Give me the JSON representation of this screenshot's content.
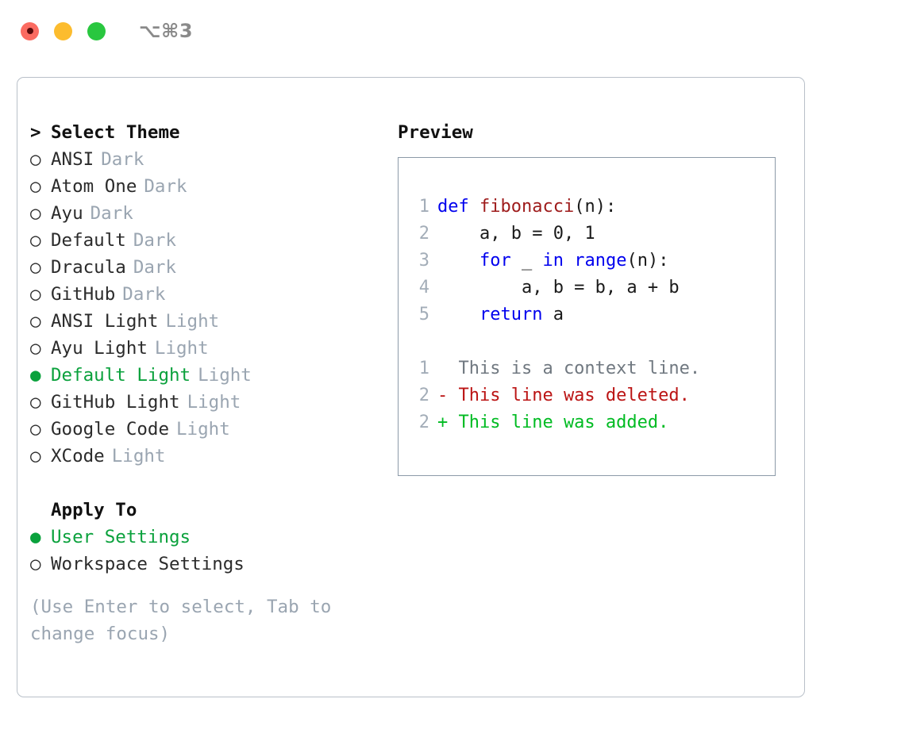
{
  "titlebar": {
    "buttons": [
      {
        "name": "close",
        "color": "#fb6b61"
      },
      {
        "name": "minimize",
        "color": "#fcbc2e"
      },
      {
        "name": "zoom",
        "color": "#29c73f"
      }
    ],
    "shortcut": "⌥⌘3"
  },
  "theme_picker": {
    "header_marker": ">",
    "header_label": "Select Theme",
    "selected_theme": "Default Light",
    "markers": {
      "selected": "●",
      "unselected": "○"
    },
    "themes": [
      {
        "marker": "○",
        "name": "ANSI",
        "variant": "Dark",
        "selected": false
      },
      {
        "marker": "○",
        "name": "Atom One",
        "variant": "Dark",
        "selected": false
      },
      {
        "marker": "○",
        "name": "Ayu",
        "variant": "Dark",
        "selected": false
      },
      {
        "marker": "○",
        "name": "Default",
        "variant": "Dark",
        "selected": false
      },
      {
        "marker": "○",
        "name": "Dracula",
        "variant": "Dark",
        "selected": false
      },
      {
        "marker": "○",
        "name": "GitHub",
        "variant": "Dark",
        "selected": false
      },
      {
        "marker": "○",
        "name": "ANSI Light",
        "variant": "Light",
        "selected": false
      },
      {
        "marker": "○",
        "name": "Ayu Light",
        "variant": "Light",
        "selected": false
      },
      {
        "marker": "●",
        "name": "Default Light",
        "variant": "Light",
        "selected": true
      },
      {
        "marker": "○",
        "name": "GitHub Light",
        "variant": "Light",
        "selected": false
      },
      {
        "marker": "○",
        "name": "Google Code",
        "variant": "Light",
        "selected": false
      },
      {
        "marker": "○",
        "name": "XCode",
        "variant": "Light",
        "selected": false
      }
    ]
  },
  "apply_to": {
    "header_label": "Apply To",
    "selected_option": "User Settings",
    "options": [
      {
        "marker": "●",
        "label": "User Settings",
        "selected": true
      },
      {
        "marker": "○",
        "label": "Workspace Settings",
        "selected": false
      }
    ]
  },
  "hint": "(Use Enter to select, Tab to change focus)",
  "preview": {
    "title": "Preview",
    "code_lines": [
      {
        "number": "1",
        "tokens": [
          {
            "text": "def ",
            "kind": "keyword"
          },
          {
            "text": "fibonacci",
            "kind": "function"
          },
          {
            "text": "(n):",
            "kind": "plain"
          }
        ]
      },
      {
        "number": "2",
        "tokens": [
          {
            "text": "    a, b = 0, 1",
            "kind": "plain"
          }
        ]
      },
      {
        "number": "3",
        "tokens": [
          {
            "text": "    ",
            "kind": "plain"
          },
          {
            "text": "for",
            "kind": "keyword"
          },
          {
            "text": " _ ",
            "kind": "plain"
          },
          {
            "text": "in",
            "kind": "keyword"
          },
          {
            "text": " ",
            "kind": "plain"
          },
          {
            "text": "range",
            "kind": "keyword"
          },
          {
            "text": "(n):",
            "kind": "plain"
          }
        ]
      },
      {
        "number": "4",
        "tokens": [
          {
            "text": "        a, b = b, a + b",
            "kind": "plain"
          }
        ]
      },
      {
        "number": "5",
        "tokens": [
          {
            "text": "    ",
            "kind": "plain"
          },
          {
            "text": "return",
            "kind": "keyword"
          },
          {
            "text": " a",
            "kind": "plain"
          }
        ]
      }
    ],
    "diff_lines": [
      {
        "number": "1",
        "sign": " ",
        "text": "  This is a context line.",
        "kind": "context"
      },
      {
        "number": "2",
        "sign": "-",
        "text": "- This line was deleted.",
        "kind": "deleted"
      },
      {
        "number": "2",
        "sign": "+",
        "text": "+ This line was added.",
        "kind": "added"
      }
    ]
  },
  "colors": {
    "accent_green": "#0aa13c",
    "muted": "#9aa5b1",
    "keyword_blue": "#0000ee",
    "function_red": "#9e1b1b",
    "diff_deleted": "#bb1414",
    "diff_added": "#00bb22",
    "panel_border": "#b9c0c9",
    "preview_border": "#8c9aa8"
  }
}
